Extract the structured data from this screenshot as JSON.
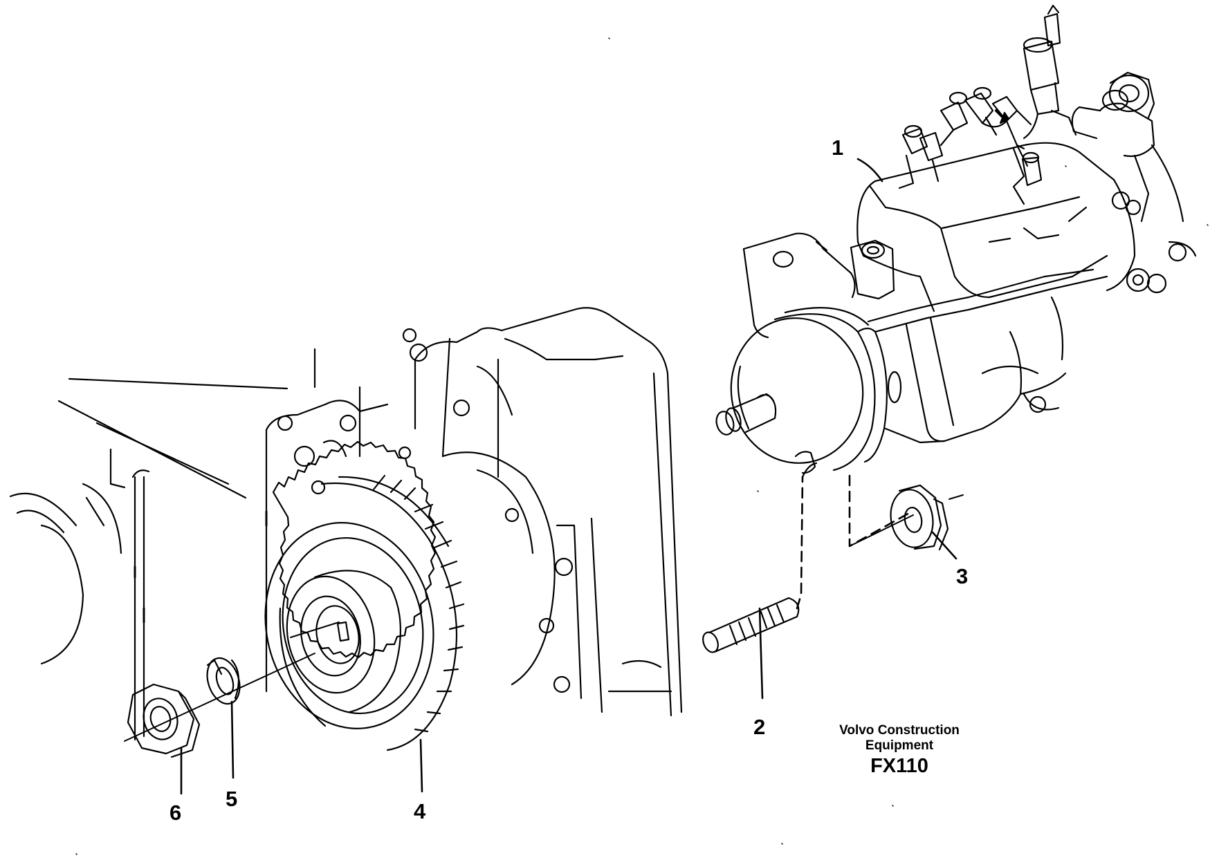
{
  "callouts": {
    "c1": "1",
    "c2": "2",
    "c3": "3",
    "c4": "4",
    "c5": "5",
    "c6": "6"
  },
  "caption": {
    "line1": "Volvo Construction",
    "line2": "Equipment",
    "code": "FX110"
  },
  "colors": {
    "ink": "#000000",
    "paper": "#ffffff"
  }
}
